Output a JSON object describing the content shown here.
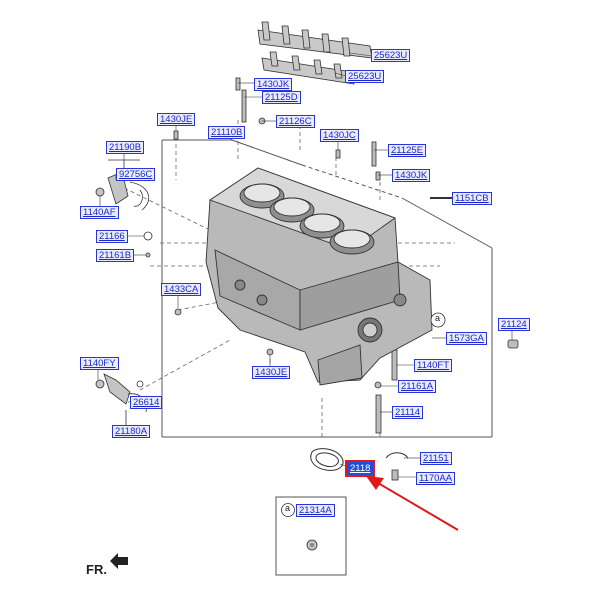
{
  "labels": {
    "l25623u_top": "25623U",
    "l25623u_bot": "25623U",
    "l1430jk_top": "1430JK",
    "l21125d": "21125D",
    "l21126c": "21126C",
    "l1430je_top": "1430JE",
    "l21110b": "21110B",
    "l1430jc": "1430JC",
    "l21125e": "21125E",
    "l1430jk_right": "1430JK",
    "l21190b": "21190B",
    "l92756c": "92756C",
    "l1140af": "1140AF",
    "l1151cb": "1151CB",
    "l21166": "21166",
    "l21161b": "21161B",
    "l1433ca": "1433CA",
    "l1573ga": "1573GA",
    "l21124": "21124",
    "l1140fy": "1140FY",
    "l1140ft": "1140FT",
    "l1430je_bot": "1430JE",
    "l21161a": "21161A",
    "l26614": "26614",
    "l21114": "21114",
    "l21180a": "21180A",
    "l21151": "21151",
    "l2118": "2118",
    "l1170aa": "1170AA",
    "l21314a": "21314A",
    "circle_a_main": "a",
    "circle_a_inset": "a",
    "fr": "FR."
  },
  "colors": {
    "label_text": "#1b27c9",
    "label_bg": "#e9ecff",
    "highlight_border": "#e01a1a",
    "arrow": "#e01a1a",
    "engine_body": "#b9b9b9"
  }
}
